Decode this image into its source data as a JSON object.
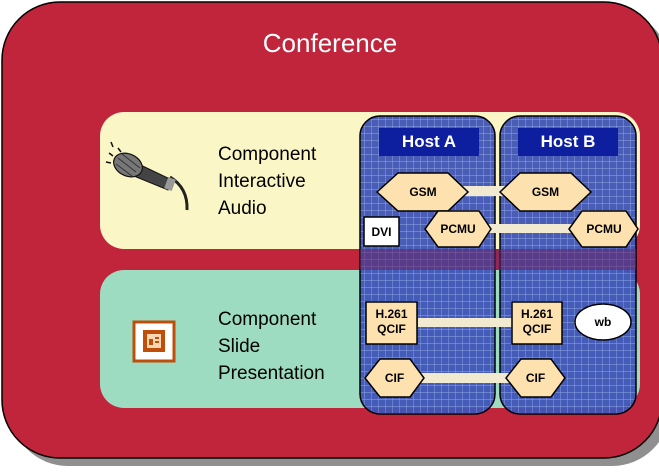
{
  "title": "Conference",
  "components": [
    {
      "line1": "Component",
      "line2": "Interactive",
      "line3": "Audio",
      "icon": "microphone-icon"
    },
    {
      "line1": "Component",
      "line2": "Slide",
      "line3": "Presentation",
      "icon": "presentation-icon"
    }
  ],
  "hosts": [
    "Host A",
    "Host B"
  ],
  "nodes": {
    "gsm_a": "GSM",
    "gsm_b": "GSM",
    "dvi": "DVI",
    "pcmu_a": "PCMU",
    "pcmu_b": "PCMU",
    "h261_a_line1": "H.261",
    "h261_a_line2": "QCIF",
    "h261_b_line1": "H.261",
    "h261_b_line2": "QCIF",
    "wb": "wb",
    "cif_a": "CIF",
    "cif_b": "CIF"
  },
  "colors": {
    "conference": "#c0253c",
    "audio_band": "#fbf6c6",
    "slide_band": "#9ddcc0",
    "host_fill": "#3f55b6",
    "host_label": "#0d1f9e",
    "node_fill": "#fde2b0",
    "link": "#f2ead0"
  }
}
